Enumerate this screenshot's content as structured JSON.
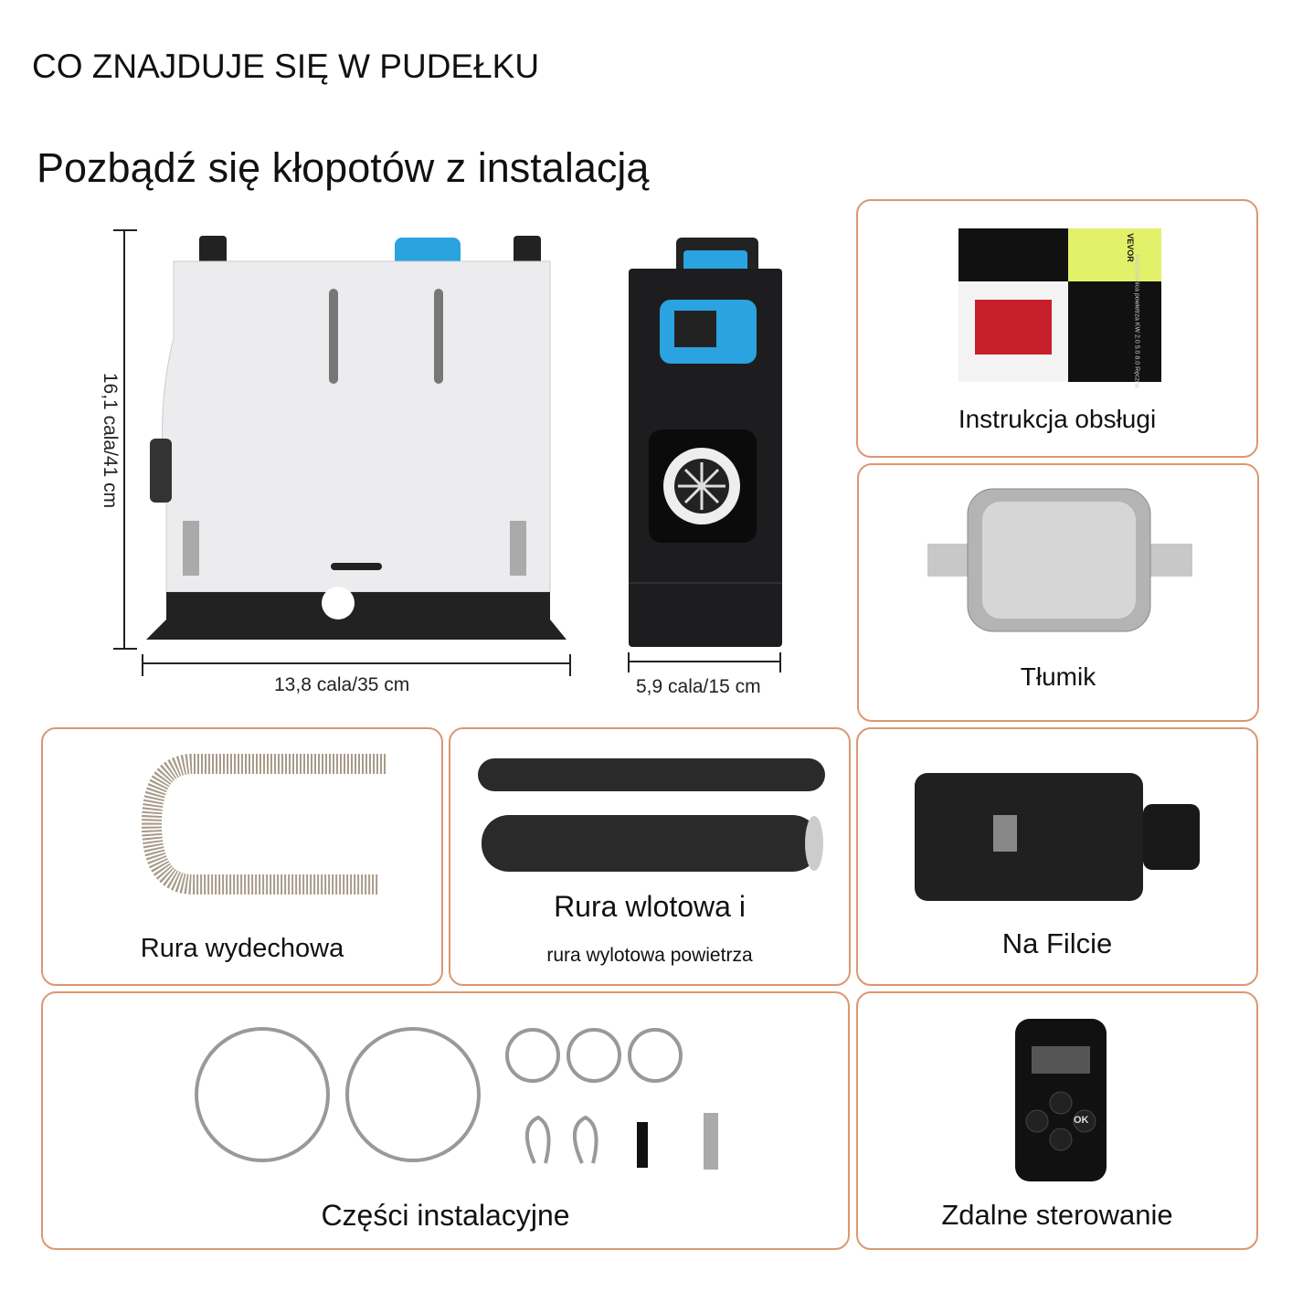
{
  "header": {
    "title": "CO ZNAJDUJE SIĘ W PUDEŁKU",
    "subtitle": "Pozbądź się kłopotów z instalacją"
  },
  "dimensions": {
    "height": "16,1 cala/41 cm",
    "width": "13,8 cala/35 cm",
    "depth": "5,9 cala/15 cm"
  },
  "items": {
    "manual": {
      "label": "Instrukcja obsługi",
      "brand": "VEVOR",
      "cover_text": "Nagrzewnica powietrza KW 2.0 5.0 8.0 Ręczna"
    },
    "muffler": {
      "label": "Tłumik"
    },
    "exhaust_pipe": {
      "label": "Rura wydechowa"
    },
    "air_pipes": {
      "label": "Rura wlotowa i",
      "sublabel": "rura wylotowa powietrza"
    },
    "filter": {
      "label": "Na Filcie"
    },
    "install_parts": {
      "label": "Części instalacyjne"
    },
    "remote": {
      "label": "Zdalne sterowanie",
      "button_ok": "OK"
    }
  },
  "colors": {
    "border": "#dc9770",
    "accent_blue": "#2aa3e0",
    "manual_yellow": "#e3f06a"
  }
}
